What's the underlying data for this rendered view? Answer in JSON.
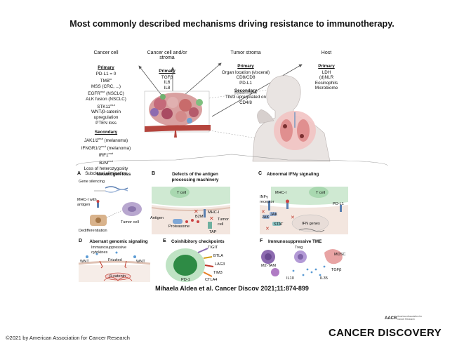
{
  "title": "Most commonly described mechanisms driving resistance to immunotherapy.",
  "columns": [
    {
      "head": "Cancer cell",
      "primary_label": "Primary",
      "primary": [
        "PD-L1 = 0",
        "TMB",
        "MSS (CRC, ...)",
        "EGFR (NSCLC)",
        "ALK fusion (NSCLC)",
        "STK11",
        "WNT/β-catenin",
        "upregulation",
        "PTEN loss"
      ],
      "secondary_label": "Secondary",
      "secondary": [
        "JAK1/2 (melanoma)",
        "IFNGR1/2 (melanoma)",
        "IRF1",
        "B2M",
        "Loss of heterozygosity",
        "Subclonal elimination"
      ]
    },
    {
      "head": "Cancer cell and/or stroma",
      "primary_label": "Primary",
      "primary": [
        "TGFβ",
        "IL6",
        "IL8"
      ]
    },
    {
      "head": "Tumor stroma",
      "primary_label": "Primary",
      "primary": [
        "Organ location (visceral)",
        "CD8/CD8",
        "PD-L1"
      ],
      "secondary_label": "Secondary",
      "secondary": [
        "TIM3 upregulated on",
        "CD4/8"
      ]
    },
    {
      "head": "Host",
      "primary_label": "Primary",
      "primary": [
        "LDH",
        "(d)NLR",
        "Eosinophils",
        "Microbiome"
      ]
    }
  ],
  "superscripts": {
    "tmb": "lo",
    "egfr": "mut",
    "stk11": "mut",
    "jak": "mut",
    "ifngr": "mut",
    "irf1": "mut",
    "b2m": "mut"
  },
  "panels": {
    "a": {
      "letter": "A",
      "title": "Neoantigen loss",
      "labels": [
        "Gene silencing",
        "MHC-I with antigen",
        "Dedifferentiation",
        "Tumor cell"
      ]
    },
    "b": {
      "letter": "B",
      "title": "Defects of the antigen processing machinery",
      "labels": [
        "T cell",
        "Antigen",
        "Proteasome",
        "B2M",
        "MHC-I",
        "TAP",
        "Tumor cell"
      ]
    },
    "c": {
      "letter": "C",
      "title": "Abnormal IFNγ signaling",
      "labels": [
        "T cell",
        "MHC-I",
        "INFγ receptor",
        "JAK",
        "JAK",
        "STAT",
        "PD-L1",
        "IFN genes"
      ]
    },
    "d": {
      "letter": "D",
      "title": "Aberrant genomic signaling",
      "labels": [
        "Immunosuppressive cytokines",
        "WNT",
        "Frizzled",
        "WNT",
        "β-catenin"
      ]
    },
    "e": {
      "letter": "E",
      "title": "Coinhibitory checkpoints",
      "labels": [
        "TIGIT",
        "BTLA",
        "LAG3",
        "TIM3",
        "CTLA4",
        "PD-1"
      ]
    },
    "f": {
      "letter": "F",
      "title": "Immunosuppressive TME",
      "labels": [
        "Treg",
        "MDSC",
        "M2-TAM",
        "TGFβ",
        "IL10",
        "IL35"
      ]
    }
  },
  "citation": "Mihaela Aldea et al. Cancer Discov 2021;11:874-899",
  "copyright": "©2021 by American Association for Cancer Research",
  "brand": "CANCER DISCOVERY",
  "aacr": "AACR",
  "aacr_sub": "American Association for Cancer Research",
  "colors": {
    "tcell_green": "#bfe3c4",
    "tumor_pink": "#e8a4a4",
    "vessel_red": "#b5443d",
    "checkpoint_green": "#2e8b45",
    "line_gray": "#888888"
  }
}
